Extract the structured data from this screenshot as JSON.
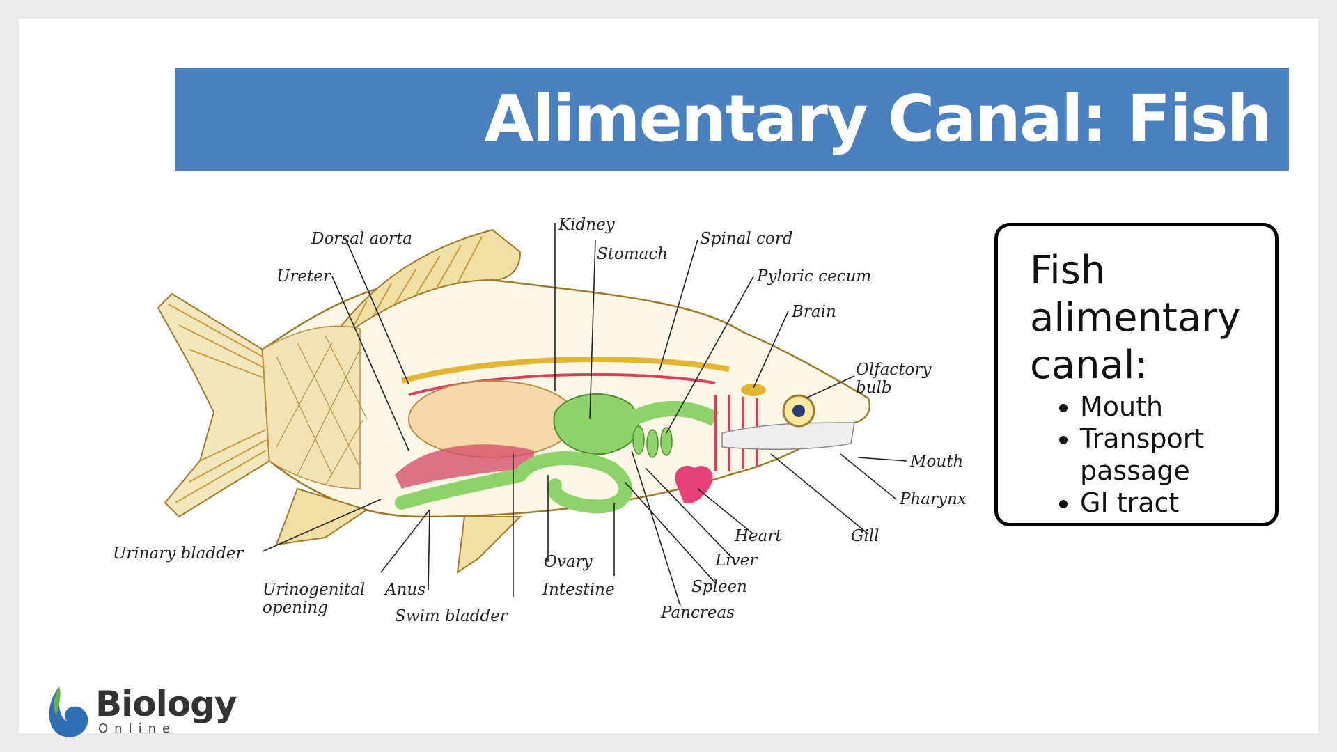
{
  "title": "Alimentary Canal: Fish",
  "info": {
    "heading": "Fish alimentary canal:",
    "items": [
      "Mouth",
      "Transport passage",
      "GI tract"
    ]
  },
  "labels": {
    "dorsal_aorta": "Dorsal aorta",
    "kidney": "Kidney",
    "stomach": "Stomach",
    "spinal_cord": "Spinal cord",
    "pyloric_cecum": "Pyloric cecum",
    "brain": "Brain",
    "ureter": "Ureter",
    "olfactory_bulb_1": "Olfactory",
    "olfactory_bulb_2": "bulb",
    "mouth": "Mouth",
    "pharynx": "Pharynx",
    "gill": "Gill",
    "heart": "Heart",
    "liver": "Liver",
    "spleen": "Spleen",
    "pancreas": "Pancreas",
    "intestine": "Intestine",
    "ovary": "Ovary",
    "swim_bladder": "Swim bladder",
    "anus": "Anus",
    "urinogenital_1": "Urinogenital",
    "urinogenital_2": "opening",
    "urinary_bladder": "Urinary bladder"
  },
  "logo": {
    "word": "Biology",
    "sub": "Online"
  },
  "colors": {
    "title_bar": "#4a7fc0",
    "organ_green": "#8ed36a",
    "organ_tan": "#f5d9a8",
    "heart": "#e8407a",
    "fin_gold": "#d9b45a"
  }
}
